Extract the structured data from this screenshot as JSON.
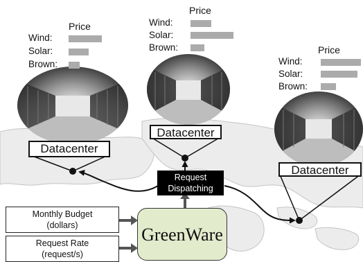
{
  "datacenters": [
    {
      "label": "Datacenter",
      "price_heading": "Price",
      "sources": [
        {
          "name": "Wind:",
          "price": 0.78
        },
        {
          "name": "Solar:",
          "price": 0.46
        },
        {
          "name": "Brown:",
          "price": 0.25
        }
      ]
    },
    {
      "label": "Datacenter",
      "price_heading": "Price",
      "sources": [
        {
          "name": "Wind:",
          "price": 0.48
        },
        {
          "name": "Solar:",
          "price": 1.0
        },
        {
          "name": "Brown:",
          "price": 0.33
        }
      ]
    },
    {
      "label": "Datacenter",
      "price_heading": "Price",
      "sources": [
        {
          "name": "Wind:",
          "price": 0.94
        },
        {
          "name": "Solar:",
          "price": 0.85
        },
        {
          "name": "Brown:",
          "price": 0.35
        }
      ]
    }
  ],
  "dispatcher": {
    "line1": "Request",
    "line2": "Dispatching"
  },
  "controller": {
    "label": "GreenWare"
  },
  "inputs": [
    {
      "line1": "Monthly Budget",
      "line2": "(dollars)"
    },
    {
      "line1": "Request Rate",
      "line2": "(request/s)"
    }
  ],
  "colors": {
    "price_bar": "#ababab",
    "greenware_fill": "#e3ebcd",
    "dispatch_fill": "#000000",
    "map": "#cfcfcf"
  }
}
